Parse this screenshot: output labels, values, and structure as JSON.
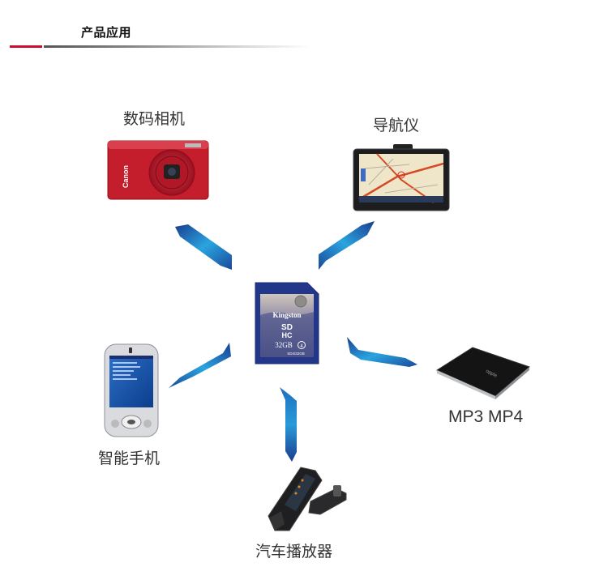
{
  "header": {
    "title": "产品应用"
  },
  "center": {
    "name": "SD card",
    "brand": "Kingston",
    "logo_top": "SD",
    "logo_bottom": "HC",
    "capacity": "32GB",
    "class": "4",
    "model": "SD4/32GB"
  },
  "devices": [
    {
      "id": "camera",
      "label": "数码相机",
      "brand": "Canon"
    },
    {
      "id": "gps",
      "label": "导航仪"
    },
    {
      "id": "mp3",
      "label": "MP3 MP4"
    },
    {
      "id": "phone",
      "label": "智能手机"
    },
    {
      "id": "car",
      "label": "汽车播放器"
    }
  ],
  "colors": {
    "accent_red": "#c8102e",
    "ribbon_dark": "#1a3d8f",
    "ribbon_light": "#2aa4e0",
    "card_blue": "#1f3a8a"
  }
}
